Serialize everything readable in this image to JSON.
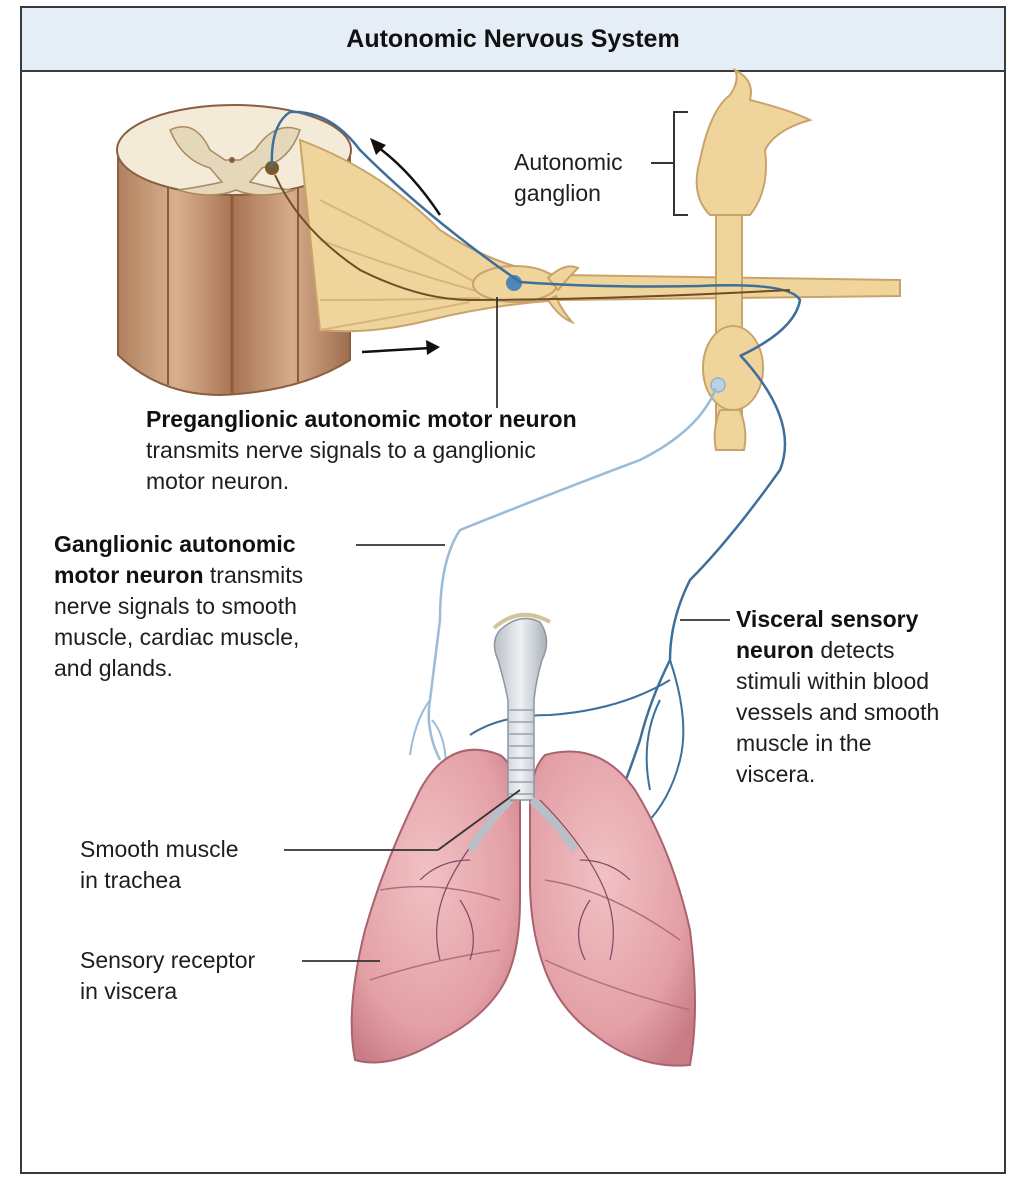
{
  "title": "Autonomic Nervous System",
  "labels": {
    "autonomic_ganglion": {
      "line1": "Autonomic",
      "line2": "ganglion"
    },
    "preganglionic": {
      "bold": "Preganglionic autonomic motor neuron",
      "line2": "transmits nerve signals to a ganglionic",
      "line3": "motor neuron."
    },
    "ganglionic": {
      "bold1": "Ganglionic autonomic",
      "bold2": "motor neuron",
      "rest2": " transmits",
      "line3": "nerve signals to smooth",
      "line4": "muscle, cardiac muscle,",
      "line5": "and glands."
    },
    "visceral": {
      "bold1": "Visceral sensory",
      "bold2": "neuron",
      "rest2": " detects",
      "line3": "stimuli within blood",
      "line4": "vessels and smooth",
      "line5": "muscle in the",
      "line6": "viscera."
    },
    "smooth_muscle": {
      "line1": "Smooth muscle",
      "line2": "in trachea"
    },
    "sensory_receptor": {
      "line1": "Sensory receptor",
      "line2": "in viscera"
    }
  },
  "colors": {
    "nerve": "#efd49c",
    "nerve_outline": "#c9a46a",
    "sensory_neuron": "#3e6f9a",
    "motor_neuron": "#9bbcd8",
    "lung": "#e6a3a8",
    "cord": "#c89a76",
    "title_bg": "#e5edf6"
  }
}
